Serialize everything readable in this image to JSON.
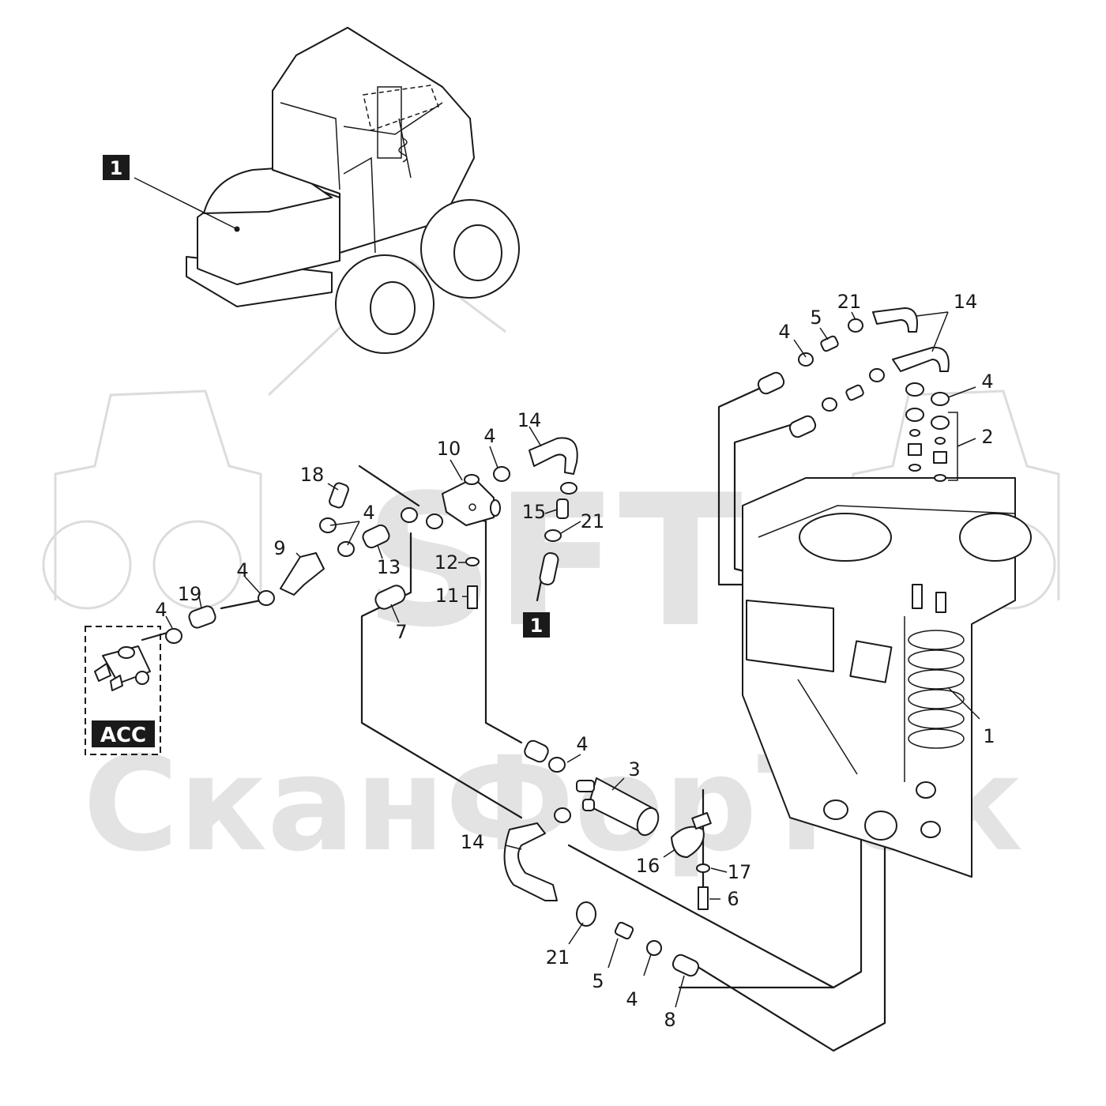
{
  "watermark": {
    "top": "SFT",
    "bottom": "СканФорТек"
  },
  "callouts": {
    "c1": "1",
    "c2": "2",
    "c3": "3",
    "c4a": "4",
    "c4b": "4",
    "c4c": "4",
    "c4d": "4",
    "c4e": "4",
    "c4f": "4",
    "c4g": "4",
    "c4h": "4",
    "c5a": "5",
    "c5b": "5",
    "c6": "6",
    "c7": "7",
    "c8": "8",
    "c9": "9",
    "c10": "10",
    "c11": "11",
    "c12": "12",
    "c13": "13",
    "c14a": "14",
    "c14b": "14",
    "c14c": "14",
    "c15": "15",
    "c16": "16",
    "c17": "17",
    "c18": "18",
    "c19": "19",
    "c21a": "21",
    "c21b": "21",
    "c21c": "21"
  },
  "view_labels": {
    "view_top": "1",
    "view_ref": "1"
  },
  "accessory_label": "ACC"
}
